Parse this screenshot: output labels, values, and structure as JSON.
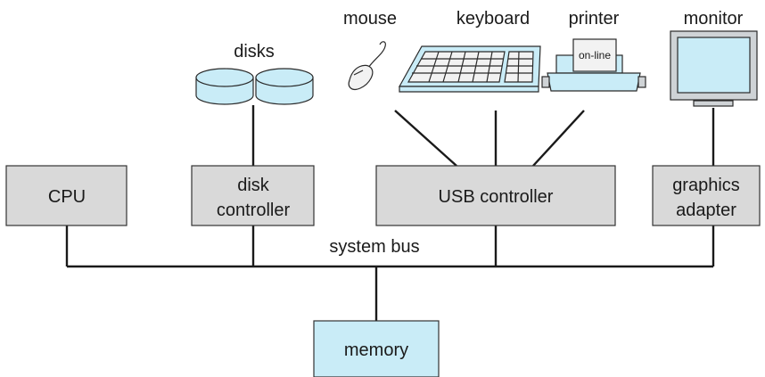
{
  "devices": {
    "disks": "disks",
    "mouse": "mouse",
    "keyboard": "keyboard",
    "printer": "printer",
    "printer_screen": "on-line",
    "monitor": "monitor"
  },
  "controllers": {
    "cpu": "CPU",
    "disk_controller_line1": "disk",
    "disk_controller_line2": "controller",
    "usb_controller": "USB controller",
    "graphics_adapter_line1": "graphics",
    "graphics_adapter_line2": "adapter"
  },
  "bus": {
    "label": "system bus"
  },
  "memory": {
    "label": "memory"
  },
  "colors": {
    "controller_fill": "#d9d9d9",
    "memory_fill": "#c9ecf7",
    "device_accent": "#c9ecf7"
  }
}
